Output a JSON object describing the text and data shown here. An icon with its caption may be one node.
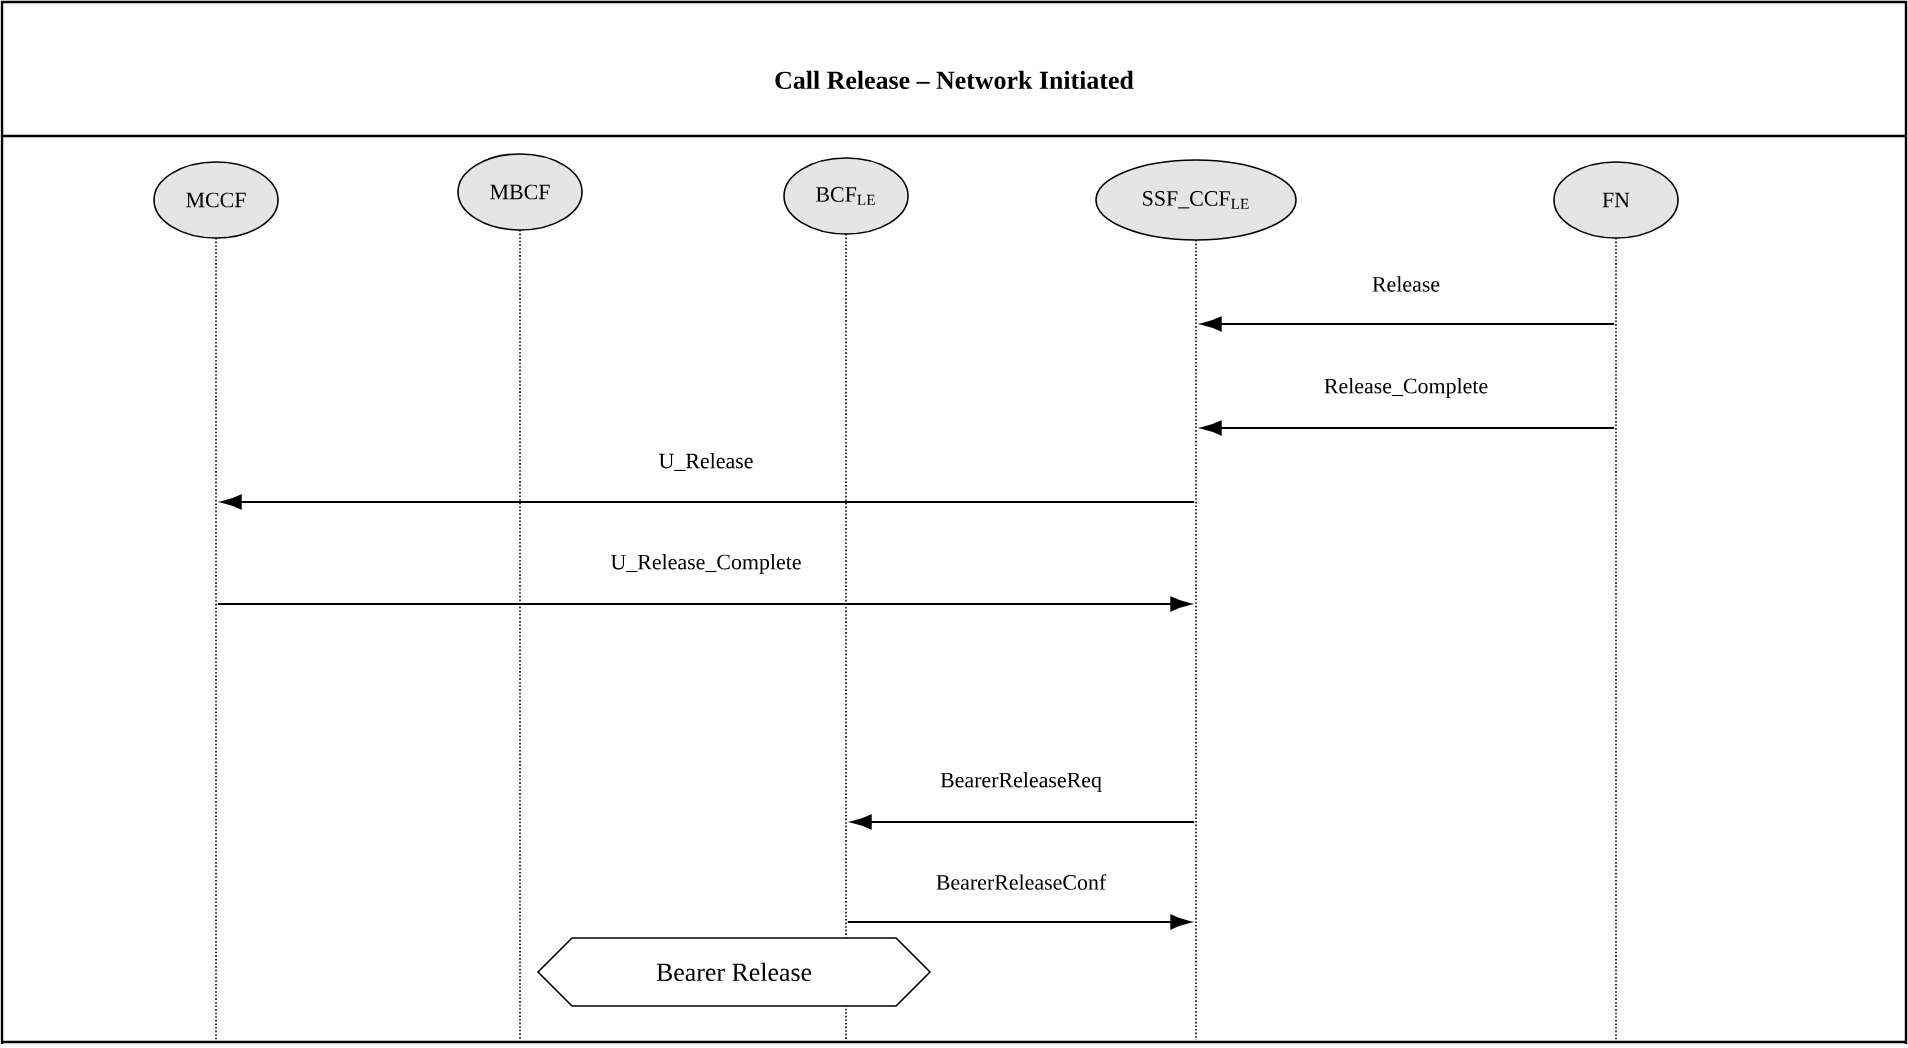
{
  "diagram": {
    "title": "Call Release – Network Initiated",
    "nodes": [
      {
        "text": [
          "MCCF"
        ]
      },
      {
        "text": [
          "MBCF"
        ]
      },
      {
        "text": [
          "BCF$_{LE}$"
        ]
      },
      {
        "text": [
          "SSF_CCF$_{LE}$"
        ]
      },
      {
        "text": [
          "FN"
        ]
      },
      {
        "text": [],
        "shape": "line"
      },
      {
        "text": [],
        "shape": "line"
      },
      {
        "text": [],
        "shape": "line"
      },
      {
        "text": [],
        "shape": "line"
      },
      {
        "text": [],
        "shape": "line"
      },
      {
        "text": [
          "Bearer Release"
        ]
      }
    ],
    "edges": [
      {
        "from": 9,
        "to": 8,
        "arrow": "to",
        "label": "Release"
      },
      {
        "from": 9,
        "to": 8,
        "arrow": "to",
        "label": "Release_Complete"
      },
      {
        "from": 8,
        "to": 5,
        "arrow": "to",
        "label": "U_Release"
      },
      {
        "from": 5,
        "to": 8,
        "arrow": "to",
        "label": "U_Release_Complete"
      },
      {
        "from": 8,
        "to": 7,
        "arrow": "to",
        "label": "BearerReleaseReq"
      },
      {
        "from": 7,
        "to": 8,
        "arrow": "to",
        "label": "BearerReleaseConf"
      }
    ]
  }
}
